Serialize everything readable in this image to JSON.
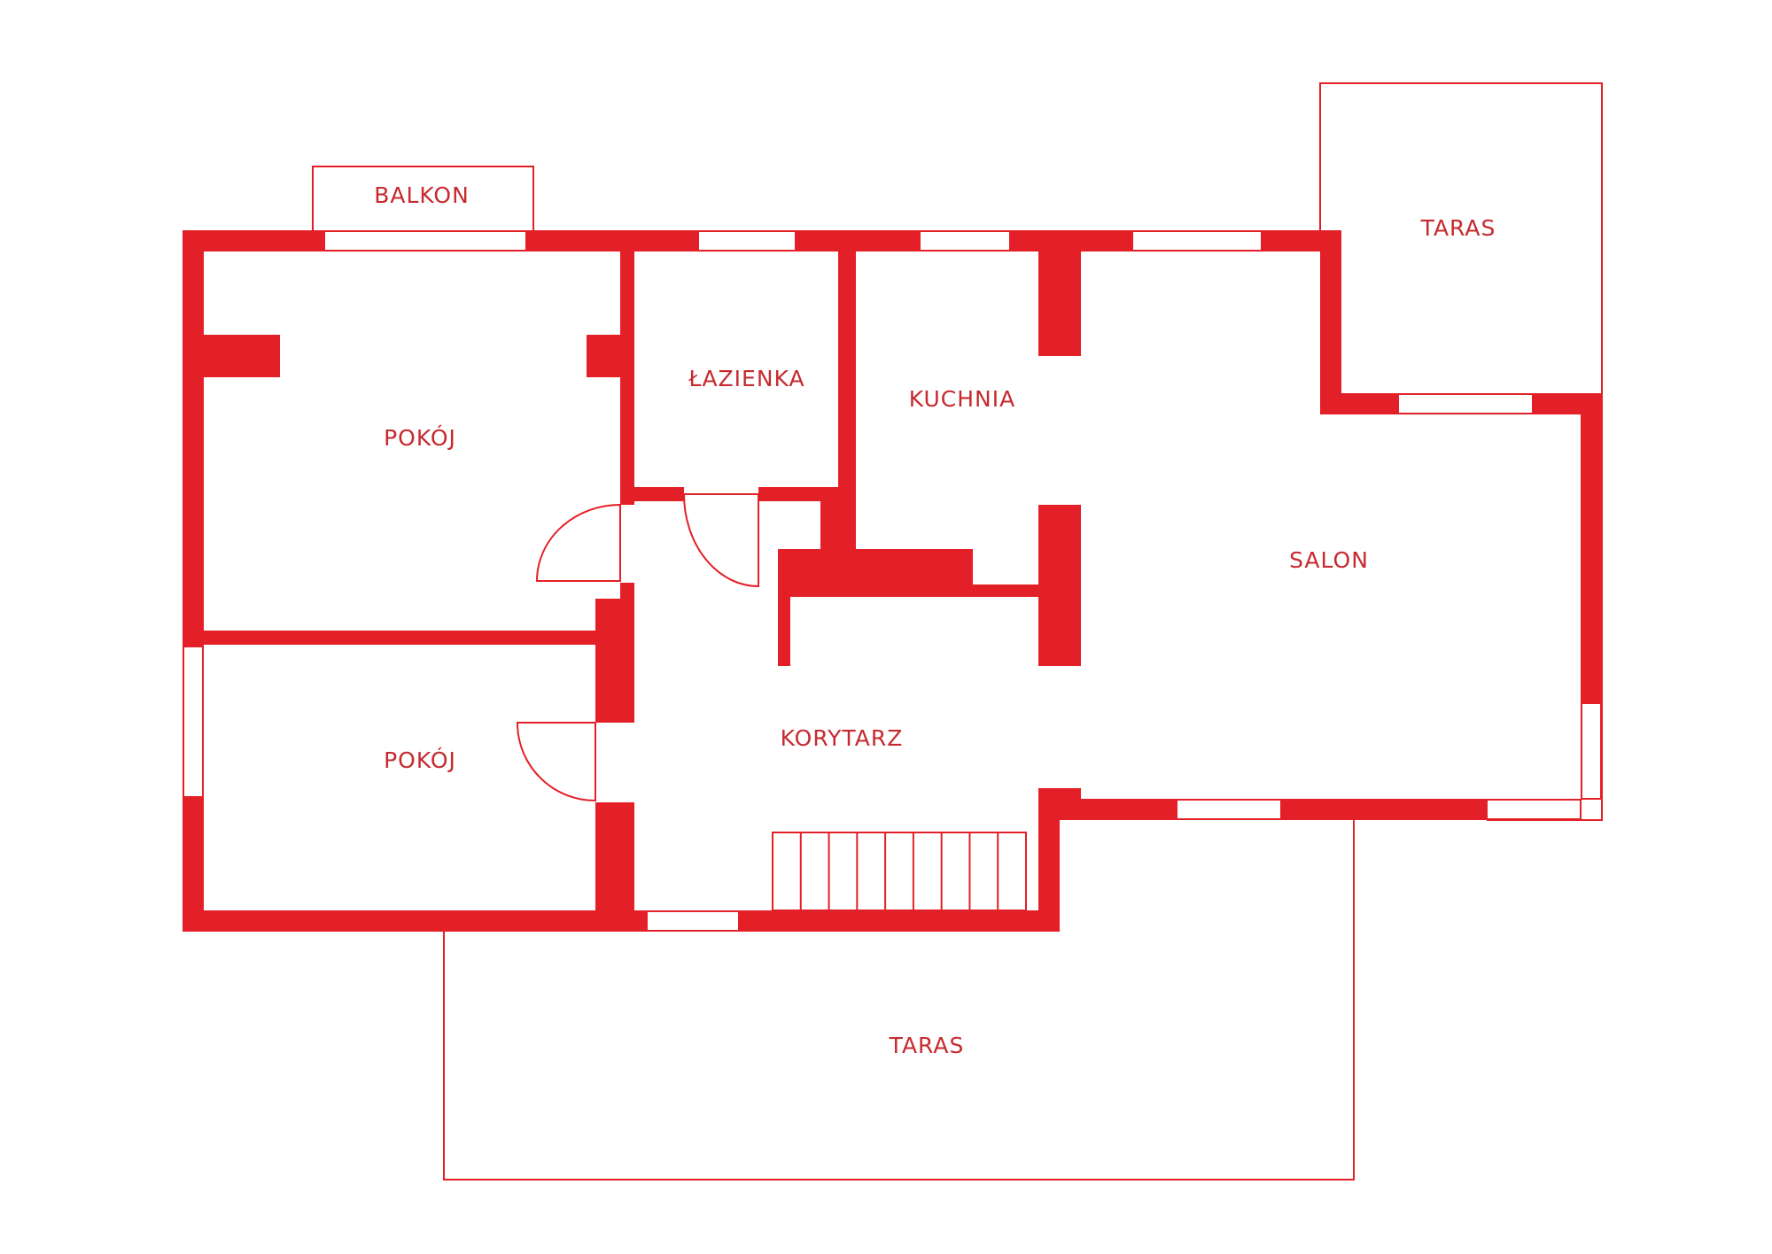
{
  "plan": {
    "accent_color": "#e32027",
    "rooms": {
      "balkon": "BALKON",
      "taras_top": "TARAS",
      "lazienka": "ŁAZIENKA",
      "kuchnia": "KUCHNIA",
      "pokoj_upper": "POKÓJ",
      "salon": "SALON",
      "korytarz": "KORYTARZ",
      "pokoj_lower": "POKÓJ",
      "taras_bottom": "TARAS"
    }
  }
}
